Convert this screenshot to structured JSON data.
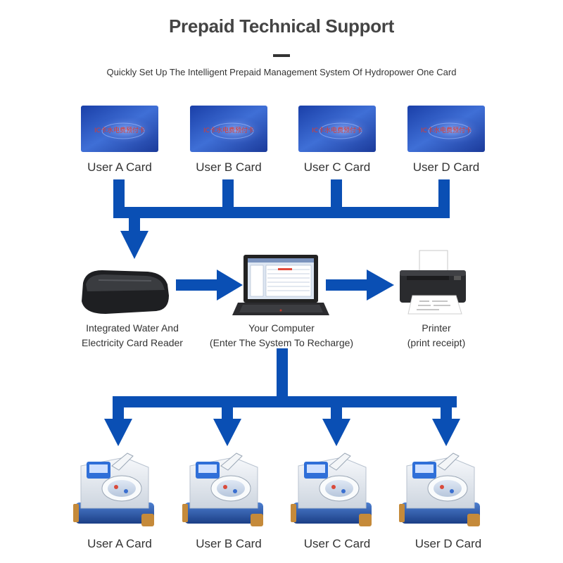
{
  "title": "Prepaid Technical Support",
  "subtitle": "Quickly Set Up The Intelligent Prepaid Management System Of Hydropower One Card",
  "cards": [
    {
      "label": "User A Card",
      "card_text": "IC卡水电费预付卡"
    },
    {
      "label": "User B Card",
      "card_text": "IC卡水电费预付卡"
    },
    {
      "label": "User C Card",
      "card_text": "IC卡水电费预付卡"
    },
    {
      "label": "User D Card",
      "card_text": "IC卡水电费预付卡"
    }
  ],
  "devices": {
    "reader": {
      "line1": "Integrated Water And",
      "line2": "Electricity Card Reader",
      "icon": "card-reader-icon"
    },
    "computer": {
      "line1": "Your Computer",
      "line2": "(Enter The System To Recharge)",
      "icon": "laptop-icon"
    },
    "printer": {
      "line1": "Printer",
      "line2": "(print receipt)",
      "icon": "printer-icon"
    }
  },
  "meters": [
    {
      "label": "User A Card"
    },
    {
      "label": "User B Card"
    },
    {
      "label": "User C Card"
    },
    {
      "label": "User D Card"
    }
  ],
  "colors": {
    "arrow": "#0a4fb4",
    "card_bg": "#2a4db8",
    "meter_body": "#e9edf2",
    "meter_pipe": "#2d5fb0"
  }
}
